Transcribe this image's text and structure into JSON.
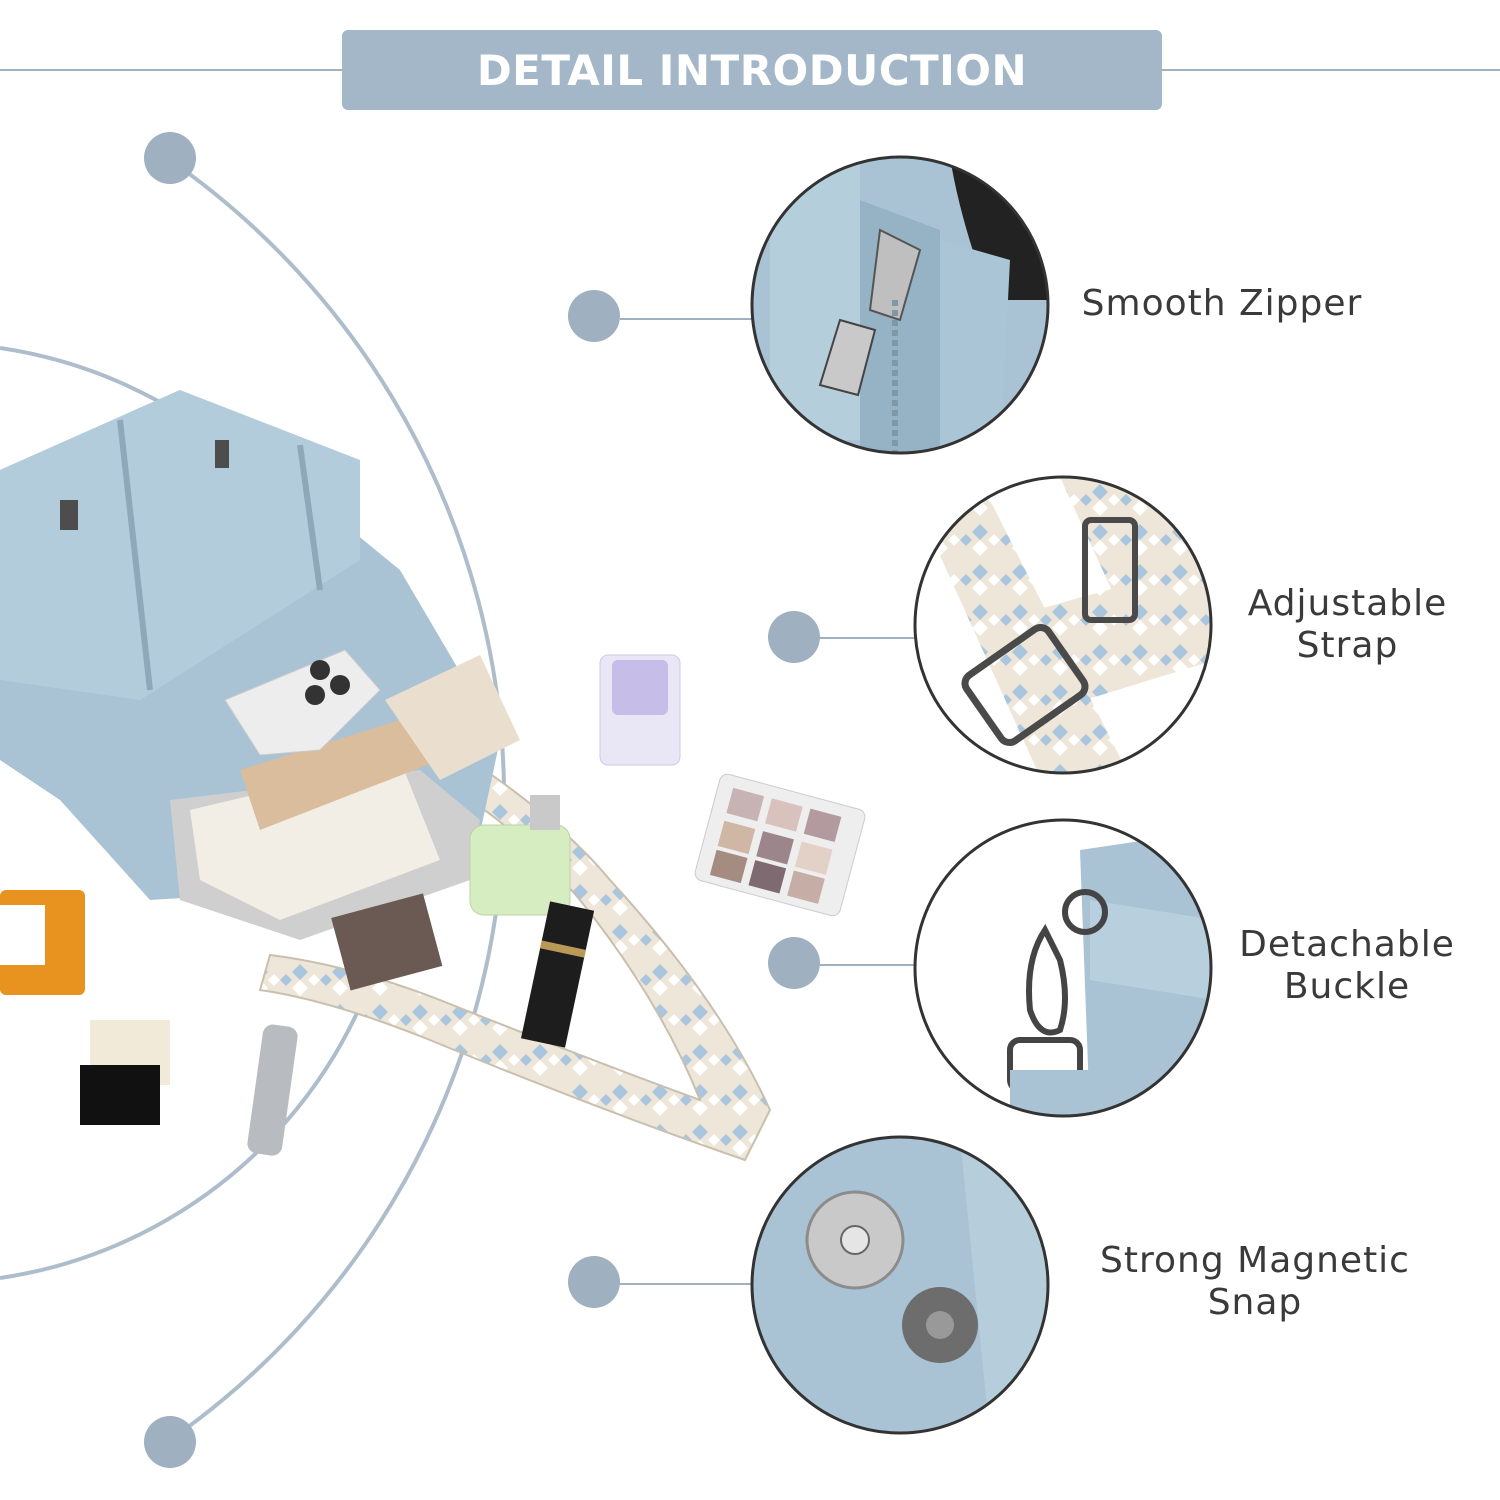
{
  "header": {
    "title": "DETAIL INTRODUCTION"
  },
  "features": [
    {
      "id": "zipper",
      "lines": [
        "Smooth Zipper"
      ]
    },
    {
      "id": "strap",
      "lines": [
        "Adjustable",
        "Strap"
      ]
    },
    {
      "id": "buckle",
      "lines": [
        "Detachable",
        "Buckle"
      ]
    },
    {
      "id": "snap",
      "lines": [
        "Strong Magnetic",
        "Snap"
      ]
    }
  ],
  "colors": {
    "accent": "#a3b7c9",
    "line": "#aebdcb",
    "dot": "#9fb0c0",
    "bag": "#a9c3d4",
    "text": "#3a3a3a"
  }
}
